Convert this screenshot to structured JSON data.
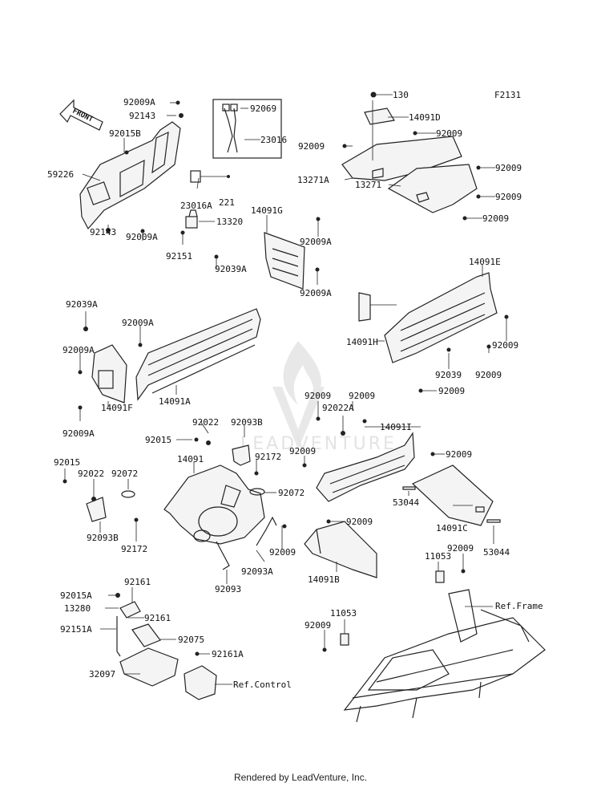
{
  "diagram_code": "F2131",
  "front_label": "FRONT",
  "watermark": "LEADVENTURE",
  "footer": "Rendered by LeadVenture, Inc.",
  "callouts": [
    "92009A",
    "92143",
    "92015B",
    "59226",
    "92143",
    "92009A",
    "92069",
    "23016",
    "23016A",
    "221",
    "13320",
    "92151",
    "130",
    "14091D",
    "92009",
    "92009",
    "13271A",
    "92009",
    "13271",
    "92009",
    "92009",
    "14091G",
    "92009A",
    "92039A",
    "92009A",
    "92039A",
    "92009A",
    "92009A",
    "92009A",
    "14091F",
    "14091A",
    "14091E",
    "14091H",
    "92009",
    "92039",
    "92009",
    "92009",
    "92009",
    "92009",
    "92022A",
    "14091I",
    "92022",
    "92093B",
    "92015",
    "92172",
    "14091",
    "92072",
    "92009",
    "92093A",
    "92093",
    "92015",
    "92022",
    "92072",
    "92093B",
    "92172",
    "92009",
    "92009",
    "53044",
    "14091C",
    "53044",
    "92009",
    "14091B",
    "11053",
    "92009",
    "Ref.Frame",
    "11053",
    "92009",
    "92161",
    "92015A",
    "13280",
    "92161",
    "92151A",
    "92075",
    "92161A",
    "32097",
    "Ref.Control"
  ]
}
